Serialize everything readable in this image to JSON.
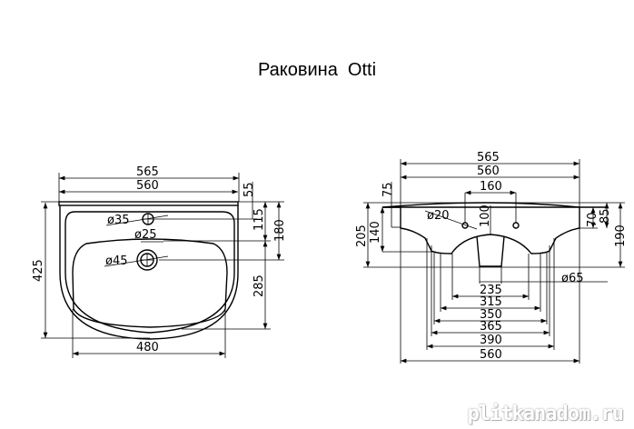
{
  "title": "Раковина  Otti",
  "watermark": "plitkanadom.ru",
  "top_view": {
    "width_overall": "565",
    "width_body": "560",
    "back_to_tap": "55",
    "tap_hole_offset": "115",
    "drain_offset": "180",
    "bowl_depth": "285",
    "depth_overall": "425",
    "bowl_width": "480",
    "tap_hole_dia": "ø35",
    "overflow_dia": "ø25",
    "drain_dia": "ø45"
  },
  "front_view": {
    "width_overall": "565",
    "width_body": "560",
    "tap_spacing": "160",
    "dim_75": "75",
    "dim_140": "140",
    "dim_205": "205",
    "dim_100": "100",
    "hole_dia": "ø20",
    "dim_70": "70",
    "dim_85": "85",
    "dim_190": "190",
    "outlet_dia": "ø65",
    "bottom_dims": [
      "235",
      "315",
      "350",
      "365",
      "390",
      "560"
    ]
  }
}
